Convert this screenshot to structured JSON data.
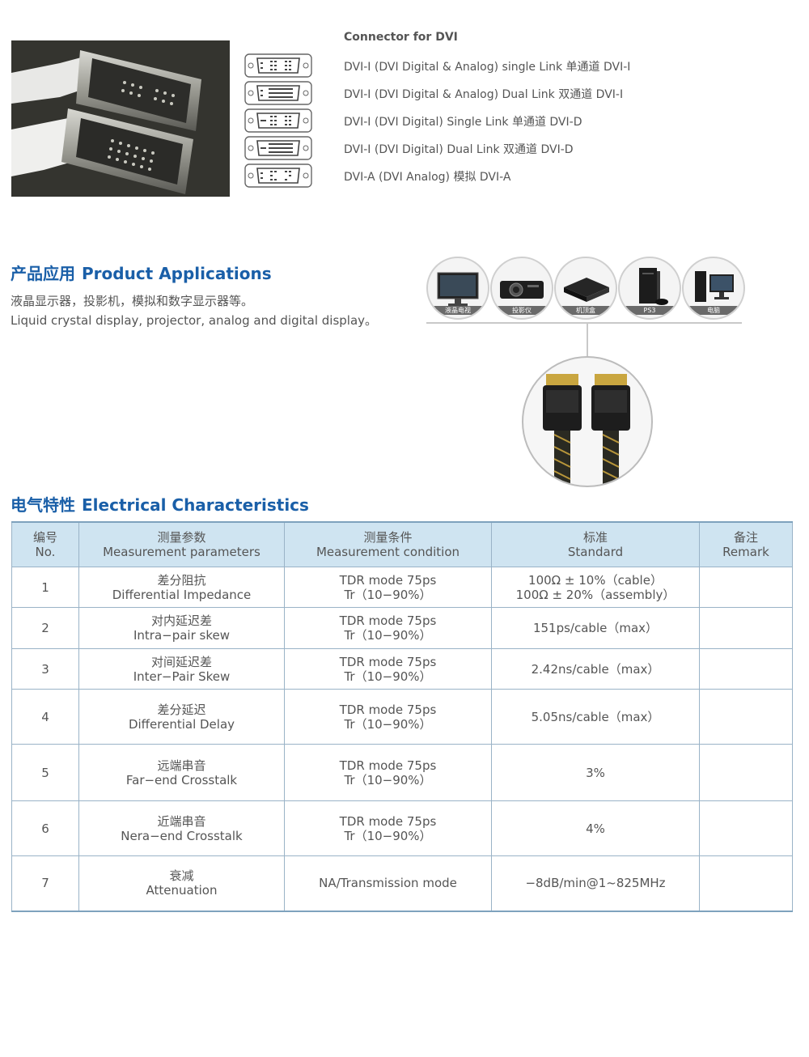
{
  "connector": {
    "heading": "Connector for DVI",
    "types": [
      {
        "label": "DVI-I (DVI Digital & Analog) single Link 单通道 DVI-I",
        "icon": "dvi-i-single-link-icon"
      },
      {
        "label": "DVI-I (DVI Digital & Analog) Dual Link 双通道 DVI-I",
        "icon": "dvi-i-dual-link-icon"
      },
      {
        "label": "DVI-I (DVI Digital) Single Link 单通道 DVI-D",
        "icon": "dvi-d-single-link-icon"
      },
      {
        "label": "DVI-I (DVI Digital) Dual Link 双通道 DVI-D",
        "icon": "dvi-d-dual-link-icon"
      },
      {
        "label": "DVI-A (DVI Analog) 模拟 DVI-A",
        "icon": "dvi-a-icon"
      }
    ]
  },
  "applications": {
    "title_cn": "产品应用",
    "title_en": "Product  Applications",
    "desc_cn": "液晶显示器，投影机，模拟和数字显示器等。",
    "desc_en": "Liquid  crystal  display,  projector,  analog  and  digital display。",
    "devices": [
      {
        "label": "液晶电视",
        "icon": "lcd-tv-icon"
      },
      {
        "label": "投影仪",
        "icon": "projector-icon"
      },
      {
        "label": "机顶盒",
        "icon": "set-top-box-icon"
      },
      {
        "label": "PS3",
        "icon": "game-console-icon"
      },
      {
        "label": "电脑",
        "icon": "computer-icon"
      }
    ]
  },
  "electrical": {
    "title_cn": "电气特性",
    "title_en": "Electrical Characteristics",
    "headers": [
      {
        "cn": "编号",
        "en": "No."
      },
      {
        "cn": "测量参数",
        "en": "Measurement parameters"
      },
      {
        "cn": "测量条件",
        "en": "Measurement condition"
      },
      {
        "cn": "标准",
        "en": "Standard"
      },
      {
        "cn": "备注",
        "en": "Remark"
      }
    ],
    "rows": [
      {
        "no": "1",
        "param_cn": "差分阻抗",
        "param_en": "Differential Impedance",
        "cond1": "TDR mode 75ps",
        "cond2": "Tr（10−90%）",
        "std1": "100Ω ± 10%（cable）",
        "std2": "100Ω ± 20%（assembly）",
        "remark": ""
      },
      {
        "no": "2",
        "param_cn": "对内延迟差",
        "param_en": "Intra−pair skew",
        "cond1": "TDR mode 75ps",
        "cond2": "Tr（10−90%）",
        "std1": "151ps/cable（max）",
        "std2": "",
        "remark": ""
      },
      {
        "no": "3",
        "param_cn": "对间延迟差",
        "param_en": "Inter−Pair Skew",
        "cond1": "TDR mode 75ps",
        "cond2": "Tr（10−90%）",
        "std1": "2.42ns/cable（max）",
        "std2": "",
        "remark": ""
      },
      {
        "no": "4",
        "param_cn": "差分延迟",
        "param_en": "Differential Delay",
        "cond1": "TDR mode 75ps",
        "cond2": "Tr（10−90%）",
        "std1": "5.05ns/cable（max）",
        "std2": "",
        "remark": ""
      },
      {
        "no": "5",
        "param_cn": "远端串音",
        "param_en": "Far−end Crosstalk",
        "cond1": "TDR mode 75ps",
        "cond2": "Tr（10−90%）",
        "std1": "3%",
        "std2": "",
        "remark": ""
      },
      {
        "no": "6",
        "param_cn": "近端串音",
        "param_en": "Nera−end Crosstalk",
        "cond1": "TDR mode 75ps",
        "cond2": "Tr（10−90%）",
        "std1": "4%",
        "std2": "",
        "remark": ""
      },
      {
        "no": "7",
        "param_cn": "衰减",
        "param_en": "Attenuation",
        "cond1": "NA/Transmission mode",
        "cond2": "",
        "std1": "−8dB/min@1~825MHz",
        "std2": "",
        "remark": ""
      }
    ]
  },
  "colors": {
    "title_blue": "#1a5fa8",
    "table_header_bg": "#cfe4f1",
    "table_border": "#9ab3c7"
  }
}
